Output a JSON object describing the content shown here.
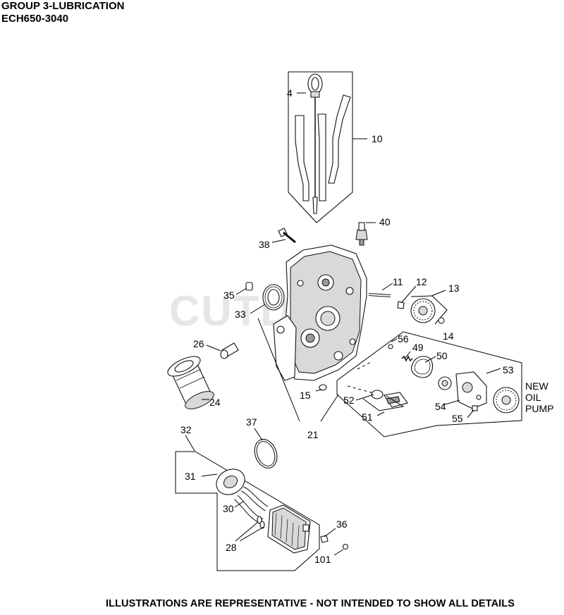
{
  "header": {
    "line1": "GROUP 3-LUBRICATION",
    "line2": "ECH650-3040"
  },
  "footer": "ILLUSTRATIONS ARE REPRESENTATIVE - NOT INTENDED TO SHOW ALL DETAILS",
  "watermark": "CUTDOS",
  "callouts": {
    "p4": "4",
    "p10": "10",
    "p40": "40",
    "p38": "38",
    "p35": "35",
    "p33": "33",
    "p11": "11",
    "p12": "12",
    "p13": "13",
    "p14": "14",
    "p26": "26",
    "p56": "56",
    "p49": "49",
    "p50": "50",
    "p53": "53",
    "p24": "24",
    "p15": "15",
    "p52": "52",
    "p54": "54",
    "p51": "51",
    "p55": "55",
    "p21": "21",
    "p32": "32",
    "p37": "37",
    "p31": "31",
    "p30": "30",
    "p28": "28",
    "p36": "36",
    "p101": "101"
  },
  "note": {
    "line1": "NEW",
    "line2": "OIL",
    "line3": "PUMP"
  }
}
